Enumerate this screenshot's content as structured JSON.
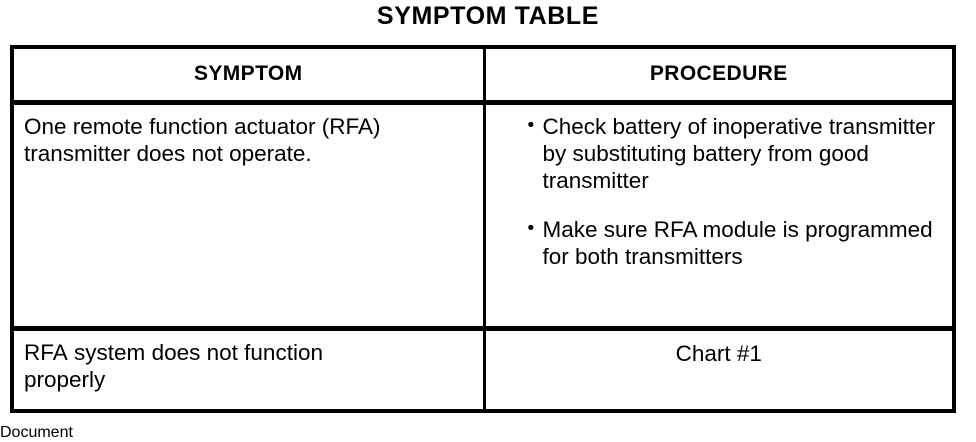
{
  "page": {
    "title": "SYMPTOM TABLE",
    "background_color": "#ffffff",
    "text_color": "#000000",
    "border_color": "#000000"
  },
  "table": {
    "columns": [
      {
        "key": "symptom",
        "header": "SYMPTOM"
      },
      {
        "key": "procedure",
        "header": "PROCEDURE"
      }
    ],
    "rows": [
      {
        "symptom_lines": [
          "One remote function actuator (RFA)",
          "transmitter does not operate."
        ],
        "procedure_type": "bullets",
        "procedure_bullets": [
          {
            "marker": "bullet-dot",
            "text": "Check battery of inoperative transmitter by substituting battery from good transmitter"
          },
          {
            "marker": "bullet-dot",
            "text": "Make sure RFA module is programmed for both transmitters"
          }
        ]
      },
      {
        "symptom_lines": [
          "RFA system does not function",
          "properly"
        ],
        "procedure_type": "reference",
        "procedure_reference": "Chart #1"
      }
    ]
  }
}
